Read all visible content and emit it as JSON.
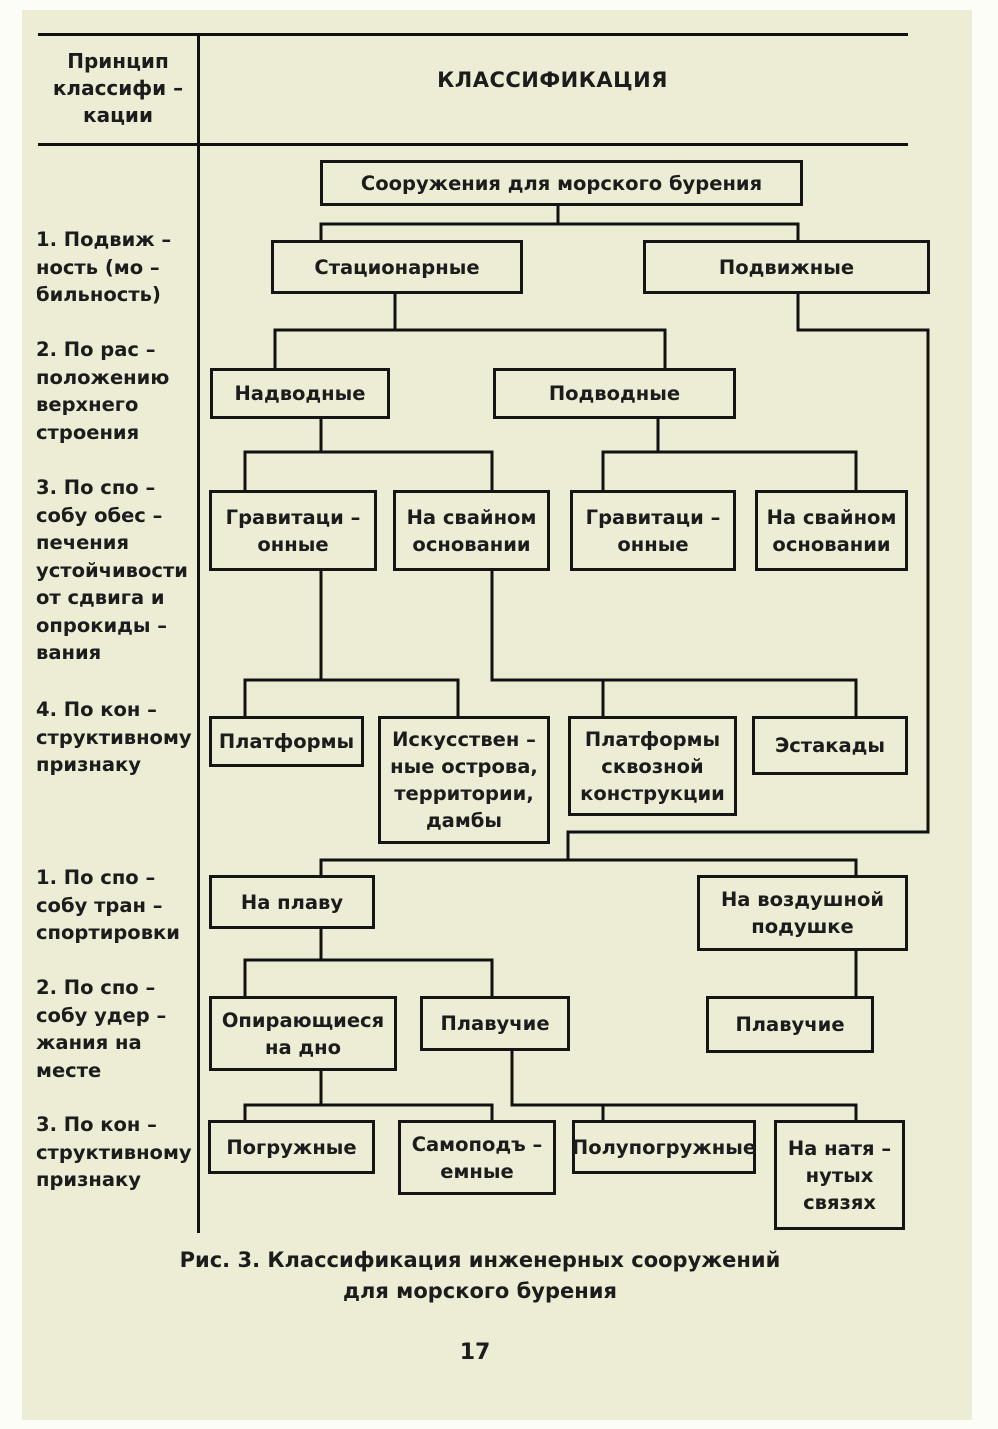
{
  "header": {
    "principle": "Принцип\nклассифи –\nкации",
    "classification": "КЛАССИФИКАЦИЯ"
  },
  "principles": [
    "1. Подвиж –\nность (мо –\nбильность)",
    "2. По рас –\nположению\nверхнего\nстроения",
    "3. По спо –\nсобу обес –\nпечения\nустойчивости\nот сдвига и\nопрокиды –\nвания",
    "4. По кон –\nструктивному\nпризнаку",
    "1. По спо –\nсобу тран –\nспортировки",
    "2. По спо –\nсобу удер –\nжания на\nместе",
    "3. По кон –\nструктивному\nпризнаку"
  ],
  "boxes": {
    "root": "Сооружения для морского бурения",
    "stationary": "Стационарные",
    "mobile": "Подвижные",
    "above_water": "Надводные",
    "underwater": "Подводные",
    "gravity_1": "Гравитаци –\nонные",
    "pile_1": "На свайном\nосновании",
    "gravity_2": "Гравитаци –\nонные",
    "pile_2": "На свайном\nосновании",
    "platforms": "Платформы",
    "artificial_islands": "Искусствен –\nные острова,\nтерритории,\nдамбы",
    "lattice_platforms": "Платформы\nсквозной\nконструкции",
    "trestles": "Эстакады",
    "afloat": "На плаву",
    "air_cushion": "На воздушной\nподушке",
    "bottom_supported": "Опирающиеся\nна дно",
    "floating_1": "Плавучие",
    "floating_2": "Плавучие",
    "submersible": "Погружные",
    "jack_up": "Самоподъ –\nемные",
    "semi_submersible": "Полупогружные",
    "tension_leg": "На натя –\nнутых\nсвязях"
  },
  "caption": "Рис. 3. Классификация инженерных сооружений\nдля морского бурения",
  "page_number": "17"
}
